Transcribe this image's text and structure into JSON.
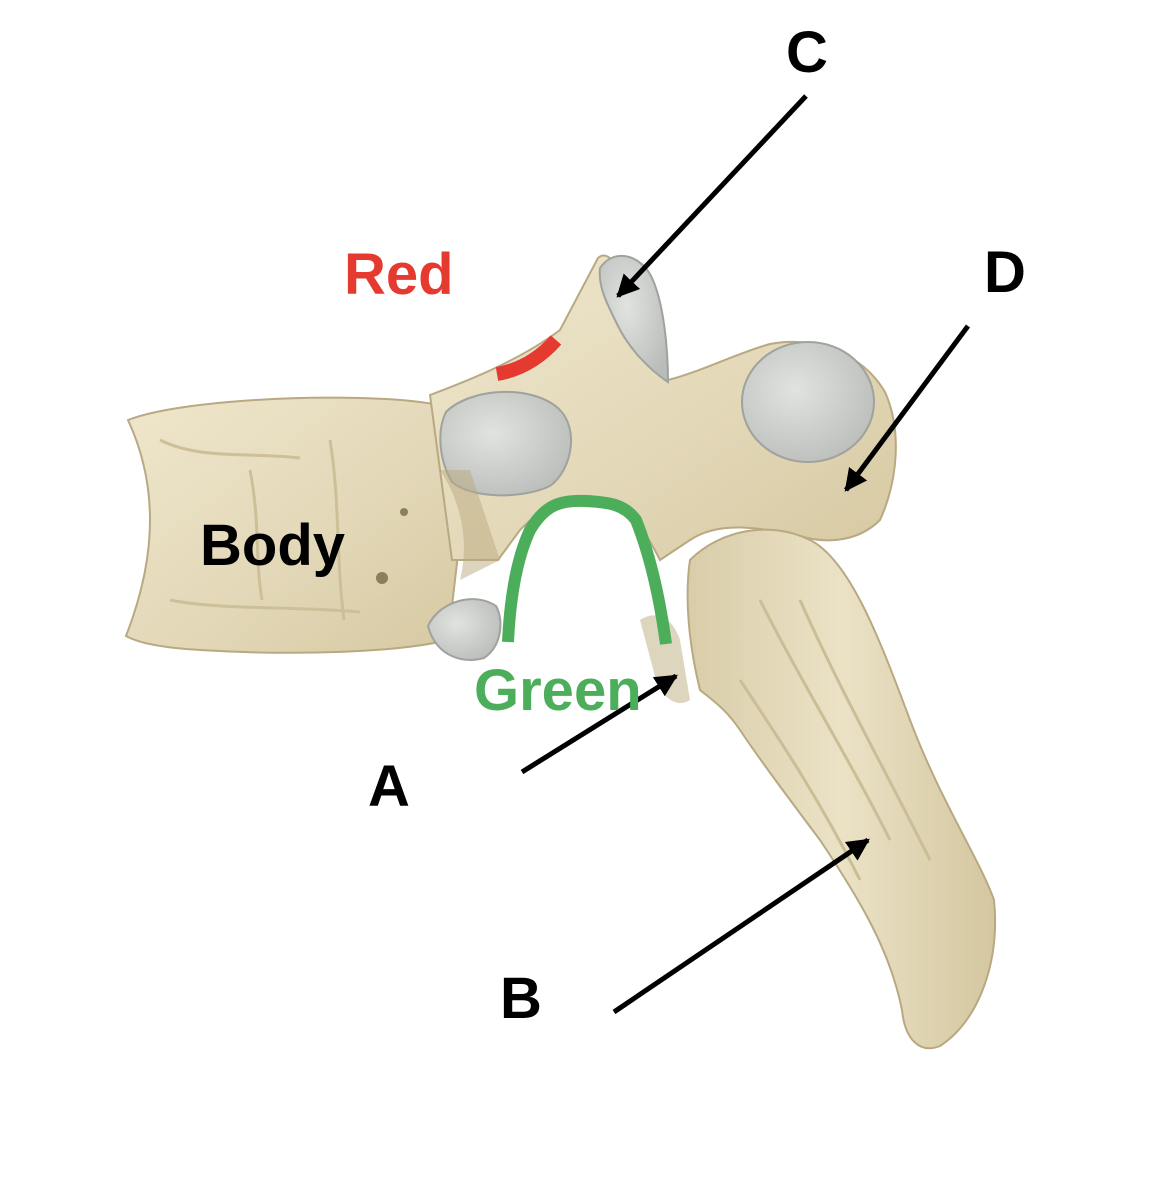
{
  "labels": {
    "c": "C",
    "d": "D",
    "red": "Red",
    "body": "Body",
    "green": "Green",
    "a": "A",
    "b": "B"
  },
  "colors": {
    "bone": "#e6dcbf",
    "bone_shadow": "#c9bb95",
    "bone_dark": "#a99a72",
    "facet": "#c9ccc9",
    "red_marker": "#e53a30",
    "green_marker": "#4cae5a",
    "arrow": "#000000"
  }
}
